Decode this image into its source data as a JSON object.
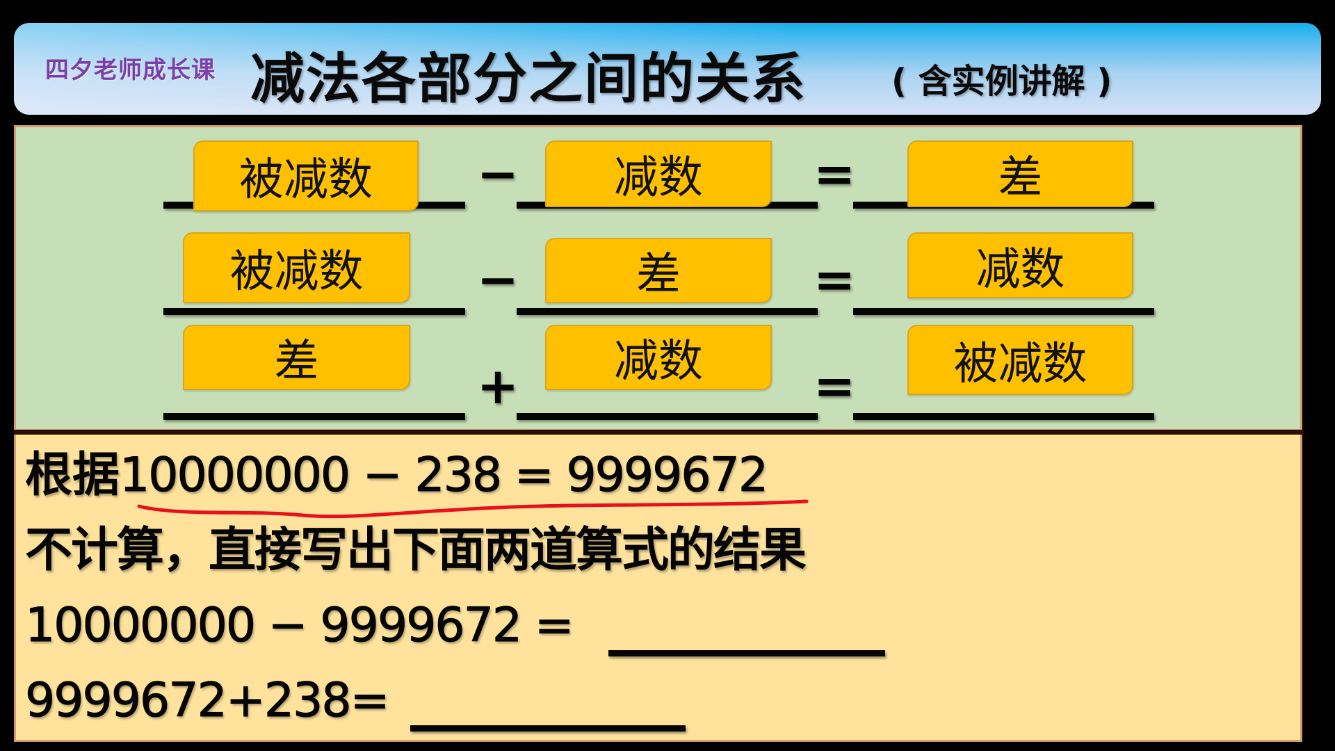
{
  "header": {
    "subtitle": "四夕老师成长课",
    "title": "减法各部分之间的关系",
    "title_paren": "( 含实例讲解 )"
  },
  "relations": [
    {
      "left": "被减数",
      "op": "−",
      "middle": "减数",
      "eq": "=",
      "right": "差"
    },
    {
      "left": "被减数",
      "op": "−",
      "middle": "差",
      "eq": "=",
      "right": "减数"
    },
    {
      "left": "差",
      "op": "+",
      "middle": "减数",
      "eq": "=",
      "right": "被减数"
    }
  ],
  "exercise": {
    "given_prefix": "根据",
    "given_equation": "10000000 − 238 = 9999672",
    "instruction": "不计算，直接写出下面两道算式的结果",
    "problems": [
      {
        "expression": "10000000 − 9999672 =",
        "answer": ""
      },
      {
        "expression": "9999672+238=",
        "answer": ""
      }
    ]
  },
  "colors": {
    "banner_top": "#18afec",
    "banner_bottom": "#d4e2f6",
    "subtitle": "#7b3fa3",
    "green_panel": "#c6dfb6",
    "cream_panel": "#ffe39d",
    "chip": "#ffc000",
    "annotation": "#e8101a"
  }
}
